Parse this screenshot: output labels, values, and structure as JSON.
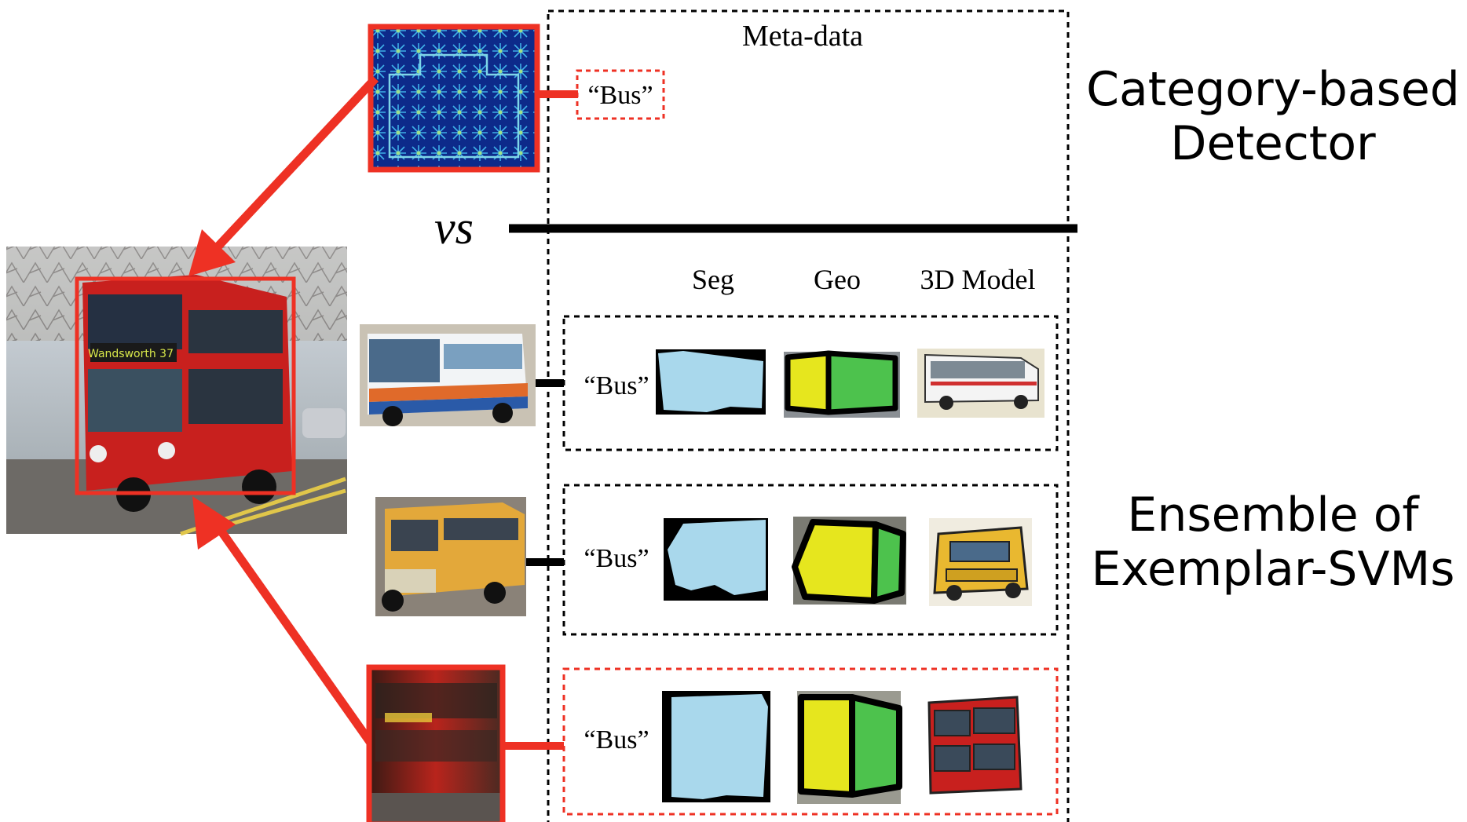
{
  "meta_data_title": "Meta-data",
  "category_label": "“Bus”",
  "vs_label": "vs",
  "columns": {
    "seg": "Seg",
    "geo": "Geo",
    "model3d": "3D Model"
  },
  "category_detector": {
    "line1": "Category-based",
    "line2": "Detector"
  },
  "ensemble": {
    "line1": "Ensemble of",
    "line2": "Exemplar-SVMs"
  },
  "exemplars": [
    {
      "label": "“Bus”"
    },
    {
      "label": "“Bus”"
    },
    {
      "label": "“Bus”"
    }
  ],
  "colors": {
    "highlight_red": "#ee3124",
    "seg_fill": "#a9d8ec",
    "geo_yellow": "#e6e61e",
    "geo_green": "#4dc24d",
    "bus_red": "#c8201e"
  },
  "icons": [
    "hog-template-image",
    "test-bus-photo",
    "exemplar-bus-photo",
    "segmentation-mask",
    "geometry-box",
    "bus-3d-model"
  ]
}
